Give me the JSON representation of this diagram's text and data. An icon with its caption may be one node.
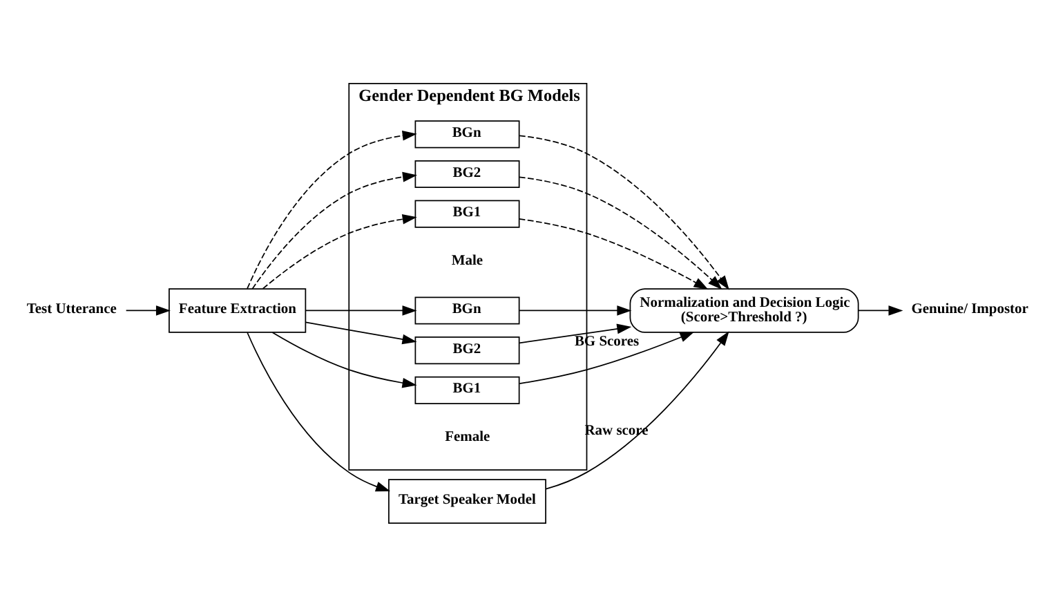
{
  "diagram": {
    "nodes": [
      {
        "text": [
          "Test Utterance"
        ]
      },
      {
        "text": [
          "Feature Extraction"
        ]
      },
      {
        "text": [
          "Target Speaker Model"
        ]
      },
      {
        "text": [
          "Gender Dependent BG Models"
        ]
      },
      {
        "text": [
          "BG1"
        ],
        "in": 3
      },
      {
        "text": [
          "BG2"
        ],
        "in": 3
      },
      {
        "text": [
          "BGn"
        ],
        "in": 3
      },
      {
        "text": [
          "BG1"
        ],
        "in": 3
      },
      {
        "text": [
          "BG2"
        ],
        "in": 3
      },
      {
        "text": [
          "BGn"
        ],
        "in": 3
      },
      {
        "text": [
          "Normalization and Decision Logic",
          "(Score>Threshold ?)"
        ]
      },
      {
        "text": [
          "Genuine/ Impostor"
        ]
      }
    ],
    "edges": [
      {
        "from": 0,
        "to": 1,
        "arrow": "to"
      },
      {
        "from": 1,
        "to": 2,
        "arrow": "to"
      },
      {
        "from": 1,
        "to": 4,
        "arrow": "to"
      },
      {
        "from": 1,
        "to": 5,
        "arrow": "to"
      },
      {
        "from": 1,
        "to": 6,
        "arrow": "to"
      },
      {
        "from": 1,
        "to": 7,
        "arrow": "to",
        "style": "dashed"
      },
      {
        "from": 1,
        "to": 8,
        "arrow": "to",
        "style": "dashed"
      },
      {
        "from": 1,
        "to": 9,
        "arrow": "to",
        "style": "dashed"
      },
      {
        "from": 2,
        "to": 10,
        "label": "Raw score",
        "arrow": "to"
      },
      {
        "from": 4,
        "to": 10,
        "arrow": "to"
      },
      {
        "from": 5,
        "to": 10,
        "label": "BG Scores",
        "arrow": "to"
      },
      {
        "from": 6,
        "to": 10,
        "arrow": "to"
      },
      {
        "from": 7,
        "to": 10,
        "arrow": "to",
        "style": "dashed"
      },
      {
        "from": 8,
        "to": 10,
        "arrow": "to",
        "style": "dashed"
      },
      {
        "from": 9,
        "to": 10,
        "arrow": "to",
        "style": "dashed"
      },
      {
        "from": 10,
        "to": 11,
        "arrow": "to"
      }
    ],
    "labels": [
      "Female",
      "Male"
    ]
  }
}
